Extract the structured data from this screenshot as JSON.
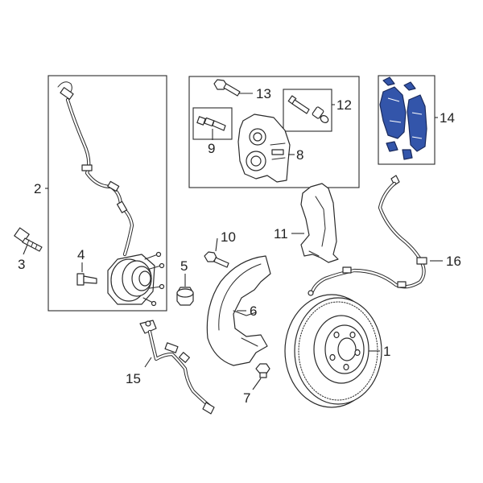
{
  "diagram": {
    "callouts": [
      "1",
      "2",
      "3",
      "4",
      "5",
      "6",
      "7",
      "8",
      "9",
      "10",
      "11",
      "12",
      "13",
      "14",
      "15",
      "16"
    ],
    "colors": {
      "line": "#2a2a2a",
      "highlight_fill": "#3355aa",
      "highlight_stroke": "#1a2a5c",
      "background": "#ffffff"
    },
    "highlighted_part": "14"
  }
}
